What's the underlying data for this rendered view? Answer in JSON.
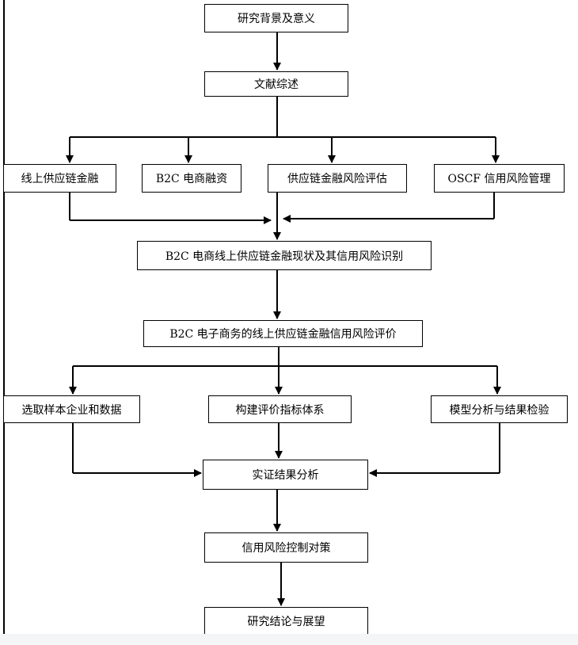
{
  "nodes": {
    "research_background": "研究背景及意义",
    "literature_review": "文献综述",
    "online_scf": "线上供应链金融",
    "b2c_financing": "B2C 电商融资",
    "scf_risk_eval": "供应链金融风险评估",
    "oscf_credit_risk": "OSCF 信用风险管理",
    "b2c_status_identification": "B2C 电商线上供应链金融现状及其信用风险识别",
    "b2c_credit_risk_eval": "B2C 电子商务的线上供应链金融信用风险评价",
    "sample_selection": "选取样本企业和数据",
    "index_system": "构建评价指标体系",
    "model_analysis": "模型分析与结果检验",
    "empirical_results": "实证结果分析",
    "control_measures": "信用风险控制对策",
    "conclusion_outlook": "研究结论与展望"
  }
}
